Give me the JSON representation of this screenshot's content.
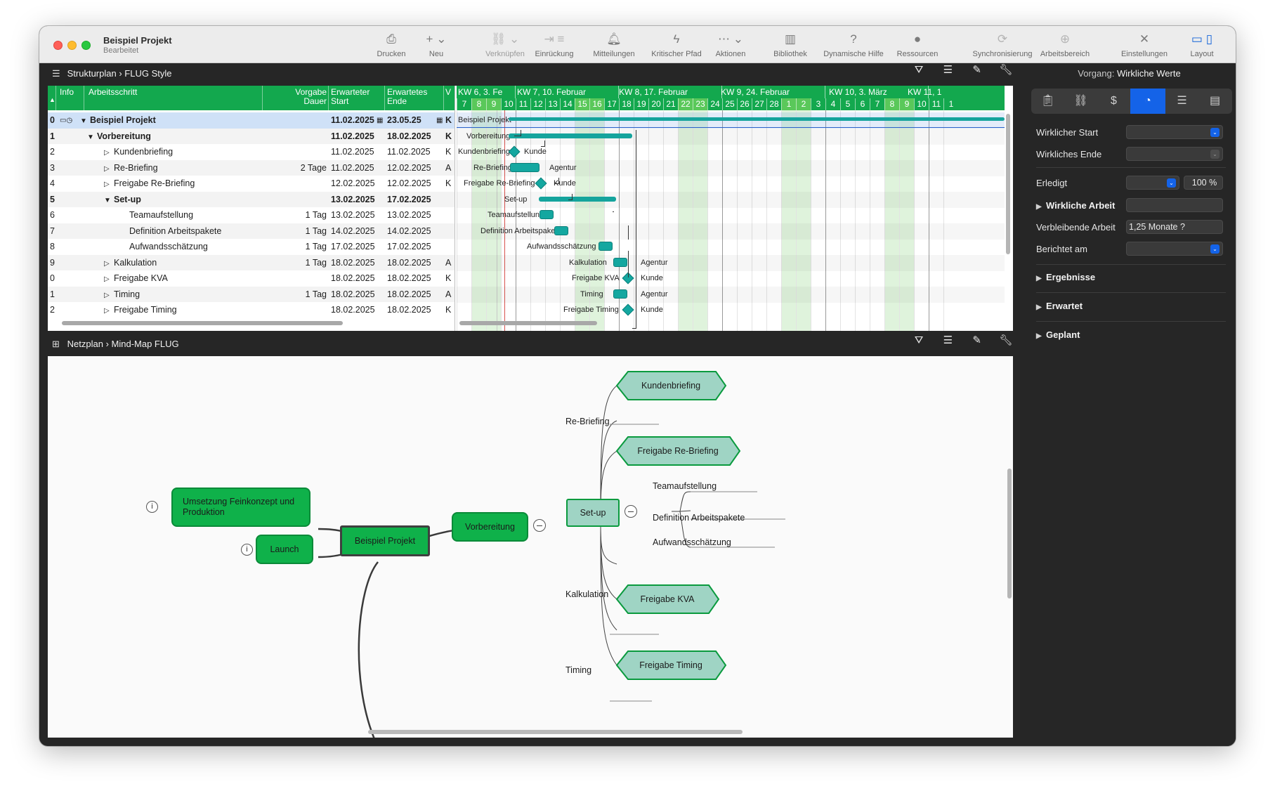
{
  "window": {
    "title": "Beispiel Projekt",
    "subtitle": "Bearbeitet"
  },
  "toolbar": {
    "items": [
      {
        "icon": "printer-icon",
        "glyph": "⎙",
        "label": "Drucken",
        "enabled": true
      },
      {
        "icon": "plus-icon",
        "glyph": "+ ⌄",
        "label": "Neu",
        "enabled": true
      },
      {
        "icon": "link-icon",
        "glyph": "⛓ ⌄",
        "label": "Verknüpfen",
        "enabled": false
      },
      {
        "icon": "indent-icon",
        "glyph": "⇥ ≡",
        "label": "Einrückung",
        "enabled": false
      },
      {
        "icon": "bell-icon",
        "glyph": "🔔︎",
        "label": "Mitteilungen",
        "enabled": true
      },
      {
        "icon": "lightning-icon",
        "glyph": "ϟ",
        "label": "Kritischer Pfad",
        "enabled": true
      },
      {
        "icon": "ellipsis-circle-icon",
        "glyph": "⋯ ⌄",
        "label": "Aktionen",
        "enabled": true
      },
      {
        "icon": "library-icon",
        "glyph": "▥",
        "label": "Bibliothek",
        "enabled": true
      },
      {
        "icon": "help-icon",
        "glyph": "?",
        "label": "Dynamische Hilfe",
        "enabled": true
      },
      {
        "icon": "person-icon",
        "glyph": "●",
        "label": "Ressourcen",
        "enabled": true
      },
      {
        "icon": "sync-icon",
        "glyph": "⟳",
        "label": "Synchronisierung",
        "enabled": false
      },
      {
        "icon": "globe-icon",
        "glyph": "⊕",
        "label": "Arbeitsbereich",
        "enabled": false
      },
      {
        "icon": "tools-icon",
        "glyph": "✕",
        "label": "Einstellungen",
        "enabled": true
      },
      {
        "icon": "layout-icon",
        "glyph": "▭ ▯",
        "label": "Layout",
        "enabled": true
      }
    ]
  },
  "top_panel": {
    "breadcrumb": [
      "Strukturplan",
      "FLUG Style"
    ]
  },
  "bottom_panel": {
    "breadcrumb": [
      "Netzplan",
      "Mind-Map FLUG"
    ]
  },
  "table": {
    "headers": {
      "info": "Info",
      "task": "Arbeitsschritt",
      "duration_1": "Vorgabe",
      "duration_2": "Dauer",
      "start_1": "Erwarteter",
      "start_2": "Start",
      "end_1": "Erwartetes",
      "end_2": "Ende",
      "extra": "V"
    },
    "rows": [
      {
        "num": "0",
        "name": "Beispiel Projekt",
        "level": 0,
        "group": true,
        "open": true,
        "duration": "",
        "start": "11.02.2025",
        "end": "23.05.25",
        "extra": "K",
        "selected": true
      },
      {
        "num": "1",
        "name": "Vorbereitung",
        "level": 1,
        "group": true,
        "open": true,
        "duration": "",
        "start": "11.02.2025",
        "end": "18.02.2025",
        "extra": "K"
      },
      {
        "num": "2",
        "name": "Kundenbriefing",
        "level": 2,
        "group": false,
        "closed": true,
        "duration": "",
        "start": "11.02.2025",
        "end": "11.02.2025",
        "extra": "K"
      },
      {
        "num": "3",
        "name": "Re-Briefing",
        "level": 2,
        "group": false,
        "closed": true,
        "duration": "2 Tage",
        "start": "11.02.2025",
        "end": "12.02.2025",
        "extra": "A"
      },
      {
        "num": "4",
        "name": "Freigabe Re-Briefing",
        "level": 2,
        "group": false,
        "closed": true,
        "duration": "",
        "start": "12.02.2025",
        "end": "12.02.2025",
        "extra": "K"
      },
      {
        "num": "5",
        "name": "Set-up",
        "level": 2,
        "group": true,
        "open": true,
        "duration": "",
        "start": "13.02.2025",
        "end": "17.02.2025",
        "extra": ""
      },
      {
        "num": "6",
        "name": "Teamaufstellung",
        "level": 3,
        "group": false,
        "duration": "1 Tag",
        "start": "13.02.2025",
        "end": "13.02.2025",
        "extra": ""
      },
      {
        "num": "7",
        "name": "Definition Arbeitspakete",
        "level": 3,
        "group": false,
        "duration": "1 Tag",
        "start": "14.02.2025",
        "end": "14.02.2025",
        "extra": ""
      },
      {
        "num": "8",
        "name": "Aufwandsschätzung",
        "level": 3,
        "group": false,
        "duration": "1 Tag",
        "start": "17.02.2025",
        "end": "17.02.2025",
        "extra": ""
      },
      {
        "num": "9",
        "name": "Kalkulation",
        "level": 2,
        "group": false,
        "closed": true,
        "duration": "1 Tag",
        "start": "18.02.2025",
        "end": "18.02.2025",
        "extra": "A"
      },
      {
        "num": "0",
        "name": "Freigabe KVA",
        "level": 2,
        "group": false,
        "closed": true,
        "duration": "",
        "start": "18.02.2025",
        "end": "18.02.2025",
        "extra": "K"
      },
      {
        "num": "1",
        "name": "Timing",
        "level": 2,
        "group": false,
        "closed": true,
        "duration": "1 Tag",
        "start": "18.02.2025",
        "end": "18.02.2025",
        "extra": "A"
      },
      {
        "num": "2",
        "name": "Freigabe Timing",
        "level": 2,
        "group": false,
        "closed": true,
        "duration": "",
        "start": "18.02.2025",
        "end": "18.02.2025",
        "extra": "K"
      }
    ]
  },
  "gantt": {
    "weeks": [
      {
        "label": "KW 6, 3. Fe"
      },
      {
        "label": "KW 7, 10. Februar"
      },
      {
        "label": "KW 8, 17. Februar"
      },
      {
        "label": "KW 9, 24. Februar"
      },
      {
        "label": "KW 10, 3. März"
      },
      {
        "label": "KW 11, 1"
      }
    ],
    "days": [
      "7",
      "8",
      "9",
      "10",
      "11",
      "12",
      "13",
      "14",
      "15",
      "16",
      "17",
      "18",
      "19",
      "20",
      "21",
      "22",
      "23",
      "24",
      "25",
      "26",
      "27",
      "28",
      "1",
      "2",
      "3",
      "4",
      "5",
      "6",
      "7",
      "8",
      "9",
      "10",
      "11",
      "1"
    ],
    "weekend_days": [
      "8",
      "9",
      "15",
      "16",
      "22",
      "23",
      "1",
      "2",
      "8",
      "9"
    ],
    "bars": [
      {
        "row": 0,
        "label": "Beispiel Projekt",
        "resource": "",
        "kind": "summary"
      },
      {
        "row": 1,
        "label": "Vorbereitung",
        "resource": "",
        "kind": "summary"
      },
      {
        "row": 2,
        "label": "Kundenbriefing",
        "resource": "Kunde",
        "kind": "milestone"
      },
      {
        "row": 3,
        "label": "Re-Briefing",
        "resource": "Agentur",
        "kind": "task"
      },
      {
        "row": 4,
        "label": "Freigabe Re-Briefing",
        "resource": "Kunde",
        "kind": "milestone"
      },
      {
        "row": 5,
        "label": "Set-up",
        "resource": "",
        "kind": "summary"
      },
      {
        "row": 6,
        "label": "Teamaufstellung",
        "resource": "",
        "kind": "task"
      },
      {
        "row": 7,
        "label": "Definition Arbeitspakete",
        "resource": "",
        "kind": "task"
      },
      {
        "row": 8,
        "label": "Aufwandsschätzung",
        "resource": "",
        "kind": "task"
      },
      {
        "row": 9,
        "label": "Kalkulation",
        "resource": "Agentur",
        "kind": "task"
      },
      {
        "row": 10,
        "label": "Freigabe KVA",
        "resource": "Kunde",
        "kind": "milestone"
      },
      {
        "row": 11,
        "label": "Timing",
        "resource": "Agentur",
        "kind": "task"
      },
      {
        "row": 12,
        "label": "Freigabe Timing",
        "resource": "Kunde",
        "kind": "milestone"
      }
    ]
  },
  "mindmap": {
    "root": "Beispiel Projekt",
    "left_nodes": [
      "Umsetzung Feinkonzept und Produktion",
      "Launch"
    ],
    "vorbereitung": "Vorbereitung",
    "children": {
      "kundenbriefing": "Kundenbriefing",
      "rebriefing": "Re-Briefing",
      "freigabe_rebriefing": "Freigabe Re-Briefing",
      "setup": "Set-up",
      "kalkulation": "Kalkulation",
      "freigabe_kva": "Freigabe KVA",
      "timing": "Timing",
      "freigabe_timing": "Freigabe Timing"
    },
    "setup_children": [
      "Teamaufstellung",
      "Definition Arbeitspakete",
      "Aufwandsschätzung"
    ],
    "info_marker": "i"
  },
  "inspector": {
    "title_prefix": "Vorgang:",
    "title_value": "Wirkliche Werte",
    "tabs": [
      {
        "icon": "clipboard-icon",
        "glyph": "📋︎"
      },
      {
        "icon": "link-icon",
        "glyph": "⛓"
      },
      {
        "icon": "dollar-icon",
        "glyph": "$"
      },
      {
        "icon": "progress-icon",
        "glyph": "◔",
        "active": true
      },
      {
        "icon": "list-icon",
        "glyph": "☰"
      },
      {
        "icon": "notes-icon",
        "glyph": "▤"
      }
    ],
    "fields": {
      "actual_start": "Wirklicher Start",
      "actual_end": "Wirkliches Ende",
      "done": "Erledigt",
      "done_value": "100 %",
      "actual_work": "Wirkliche Arbeit",
      "remaining_work": "Verbleibende Arbeit",
      "remaining_work_value": "1,25 Monate ?",
      "reported_on": "Berichtet am"
    },
    "sections": [
      "Ergebnisse",
      "Erwartet",
      "Geplant"
    ]
  },
  "colors": {
    "header_green": "#13a84e",
    "node_green": "#0fb14a",
    "hex_teal": "#9fd4c4",
    "bar_teal": "#14a7a0",
    "accent_blue": "#1463e8"
  }
}
